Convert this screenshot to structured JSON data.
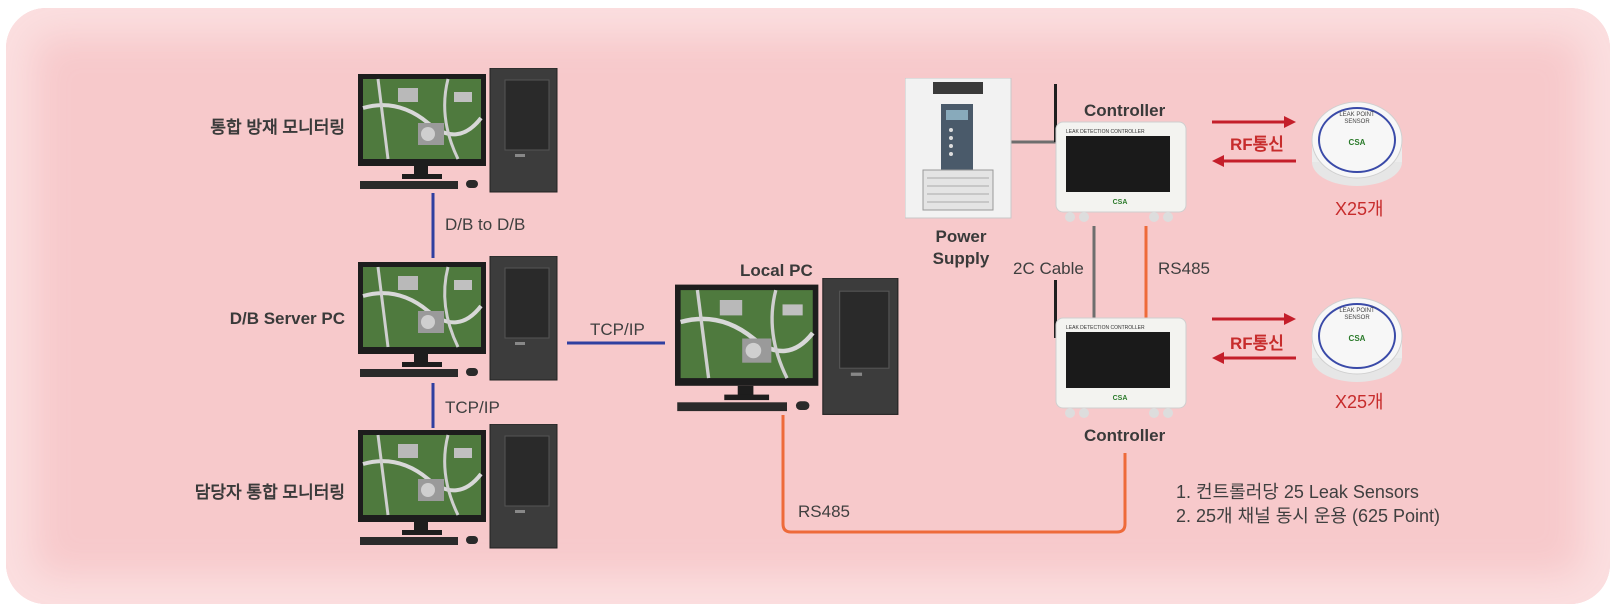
{
  "left": {
    "top_label": "통합 방재 모니터링",
    "middle_label": "D/B Server PC",
    "bottom_label": "담당자 통합 모니터링",
    "link_top": "D/B to D/B",
    "link_bottom": "TCP/IP"
  },
  "center": {
    "local_pc": "Local PC",
    "link_tcp": "TCP/IP",
    "link_rs485": "RS485"
  },
  "right": {
    "power_supply": "Power\nSupply",
    "controller_top": "Controller",
    "controller_bottom": "Controller",
    "cable_2c": "2C Cable",
    "rs485": "RS485",
    "rf_top": "RF통신",
    "rf_bottom": "RF통신",
    "count_top": "X25개",
    "count_bottom": "X25개",
    "controller_screen_label": "LEAK DETECTION CONTROLLER",
    "controller_brand": "CSA",
    "sensor_text": "LEAK POINT SENSOR",
    "sensor_brand": "CSA",
    "power_panel_title": "통합감지기 전원공급장치"
  },
  "notes": [
    "1. 컨트롤러당 25 Leak Sensors",
    "2. 25개 채널 동시 운용 (625 Point)"
  ],
  "colors": {
    "blue_line": "#2f3fa0",
    "orange_line": "#ee6a3a",
    "red_arrow": "#c41e2a",
    "gray_line": "#6e6e6e",
    "background": "#f7c9cb"
  }
}
